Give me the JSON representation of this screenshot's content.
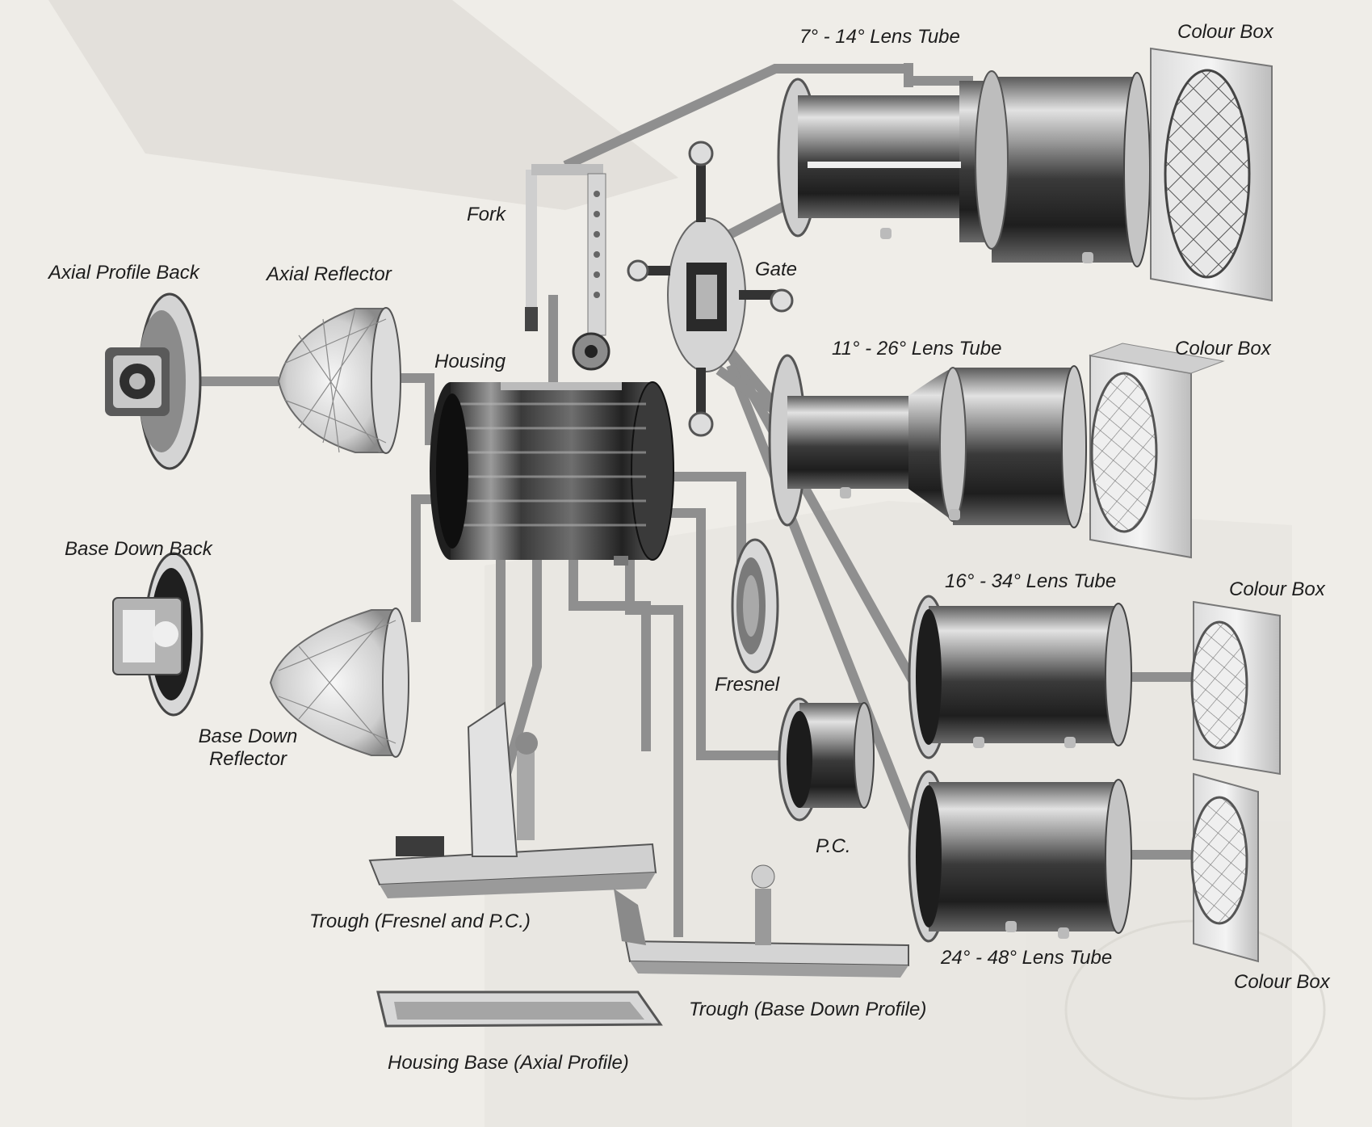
{
  "labels": {
    "axial_profile_back": "Axial Profile Back",
    "axial_reflector": "Axial Reflector",
    "housing": "Housing",
    "fork": "Fork",
    "gate": "Gate",
    "lens_7_14": "7° - 14° Lens Tube",
    "lens_11_26": "11° - 26° Lens Tube",
    "lens_16_34": "16° - 34° Lens Tube",
    "lens_24_48": "24° - 48° Lens Tube",
    "colour_box": "Colour Box",
    "base_down_back": "Base Down Back",
    "base_down_reflector": "Base Down Reflector",
    "fresnel": "Fresnel",
    "pc": "P.C.",
    "trough_fresnel_pc": "Trough (Fresnel and P.C.)",
    "trough_base_down": "Trough (Base Down Profile)",
    "housing_base": "Housing Base (Axial Profile)"
  },
  "colors": {
    "background": "#efede8",
    "connector": "#8f8f8f",
    "metal_dark": "#2a2a2a",
    "metal_light": "#d6d6d6",
    "label": "#1d1d1d"
  }
}
